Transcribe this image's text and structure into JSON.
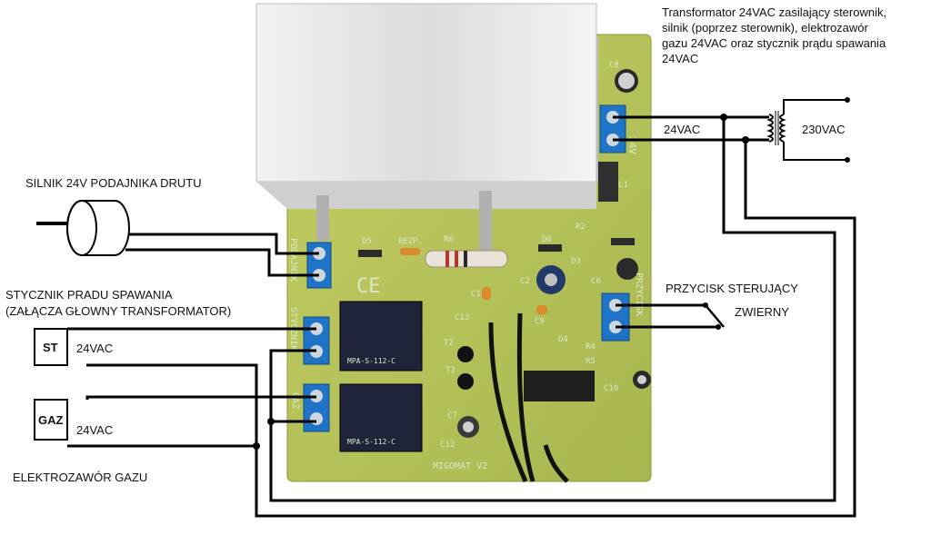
{
  "labels": {
    "transformer_note_line1": "Transformator 24VAC zasilający sterownik,",
    "transformer_note_line2": "silnik (poprzez sterownik), elektrozawór",
    "transformer_note_line3": "gazu 24VAC oraz stycznik prądu spawania",
    "transformer_note_line4": "24VAC",
    "secondary_voltage": "24VAC",
    "primary_voltage": "230VAC",
    "motor": "SILNIK 24V PODAJNIKA DRUTU",
    "contactor_line1": "STYCZNIK PRADU SPAWANIA",
    "contactor_line2": "(ZAŁĄCZA GŁOWNY TRANSFORMATOR)",
    "contactor_box": "ST",
    "contactor_voltage": "24VAC",
    "gas_box": "GAZ",
    "gas_voltage": "24VAC",
    "gas_valve": "ELEKTROZAWÓR GAZU",
    "button_line1": "PRZYCISK STERUJĄCY",
    "button_line2": "ZWIERNY"
  },
  "pcb_silkscreen": {
    "connector_24v": "24V",
    "connector_motor": "PODAJNIK",
    "connector_contactor": "STYCZNIK",
    "connector_gas": "GAZ",
    "connector_button": "PRZYCISK",
    "ce_mark": "CE",
    "board_name": "MIGOMAT V2",
    "components": [
      "C8",
      "L1",
      "R2",
      "D6",
      "D5",
      "BEZP.",
      "R6",
      "D3",
      "C6",
      "C2",
      "C1",
      "C13",
      "C9",
      "D4",
      "R4",
      "R5",
      "T2",
      "T3",
      "C10",
      "C7",
      "C12"
    ],
    "relay_model": "MPA-S-112-C"
  },
  "colors": {
    "pcb": "#b9c55a",
    "heatsink": "#e6e6e6",
    "terminal": "#1f74c7",
    "relay": "#20243a",
    "wire": "#000000"
  }
}
